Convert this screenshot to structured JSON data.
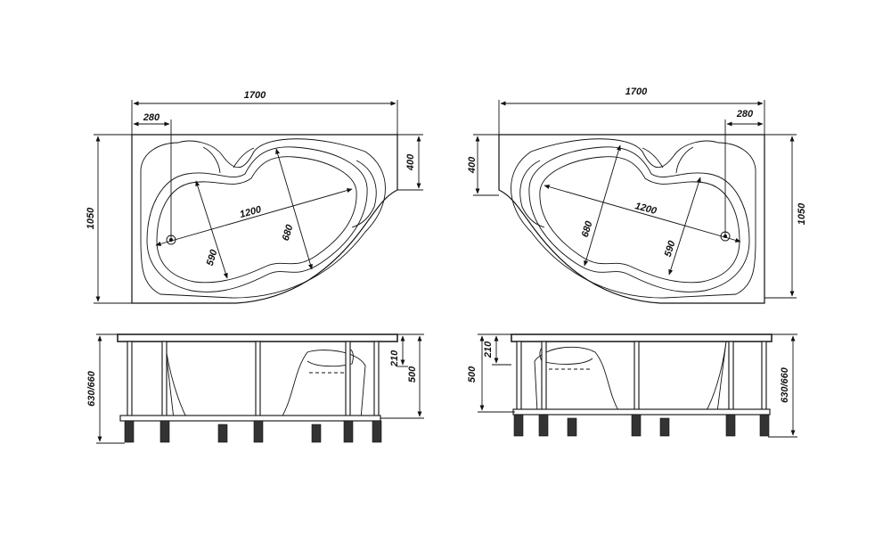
{
  "colors": {
    "line": "#111111",
    "background": "#ffffff"
  },
  "left_view": {
    "length": "1700",
    "offset_280": "280",
    "width": "1050",
    "notch": "400",
    "inner_length": "1200",
    "inner_width_large": "680",
    "inner_width_small": "590",
    "height_total": "630/660",
    "height_500": "500",
    "height_210": "210"
  },
  "right_view": {
    "length": "1700",
    "offset_280": "280",
    "width": "1050",
    "notch": "400",
    "inner_length": "1200",
    "inner_width_large": "680",
    "inner_width_small": "590",
    "height_total": "630/660",
    "height_500": "500",
    "height_210": "210"
  }
}
